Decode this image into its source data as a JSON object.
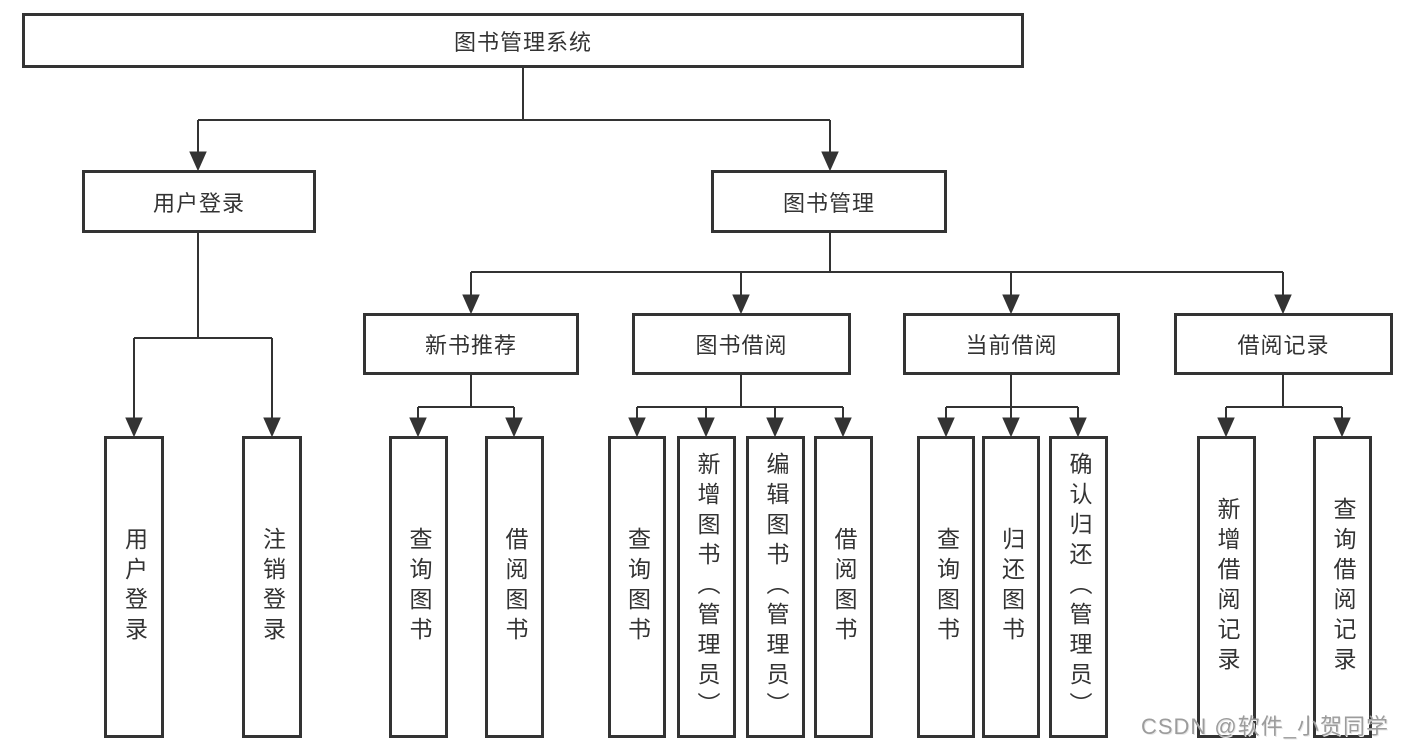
{
  "watermark": "CSDN @软件_小贺同学",
  "colors": {
    "line": "#333333",
    "box_border": "#333333",
    "box_background": "#ffffff",
    "text": "#333333",
    "watermark_text": "#9c9c9c"
  },
  "tree": {
    "root": "图书管理系统",
    "children": [
      {
        "label": "用户登录",
        "children": [
          {
            "label": "用户登录"
          },
          {
            "label": "注销登录"
          }
        ]
      },
      {
        "label": "图书管理",
        "children": [
          {
            "label": "新书推荐",
            "children": [
              {
                "label": "查询图书"
              },
              {
                "label": "借阅图书"
              }
            ]
          },
          {
            "label": "图书借阅",
            "children": [
              {
                "label": "查询图书"
              },
              {
                "label": "新增图书（管理员）"
              },
              {
                "label": "编辑图书（管理员）"
              },
              {
                "label": "借阅图书"
              }
            ]
          },
          {
            "label": "当前借阅",
            "children": [
              {
                "label": "查询图书"
              },
              {
                "label": "归还图书"
              },
              {
                "label": "确认归还（管理员）"
              }
            ]
          },
          {
            "label": "借阅记录",
            "children": [
              {
                "label": "新增借阅记录"
              },
              {
                "label": "查询借阅记录"
              }
            ]
          }
        ]
      }
    ]
  }
}
